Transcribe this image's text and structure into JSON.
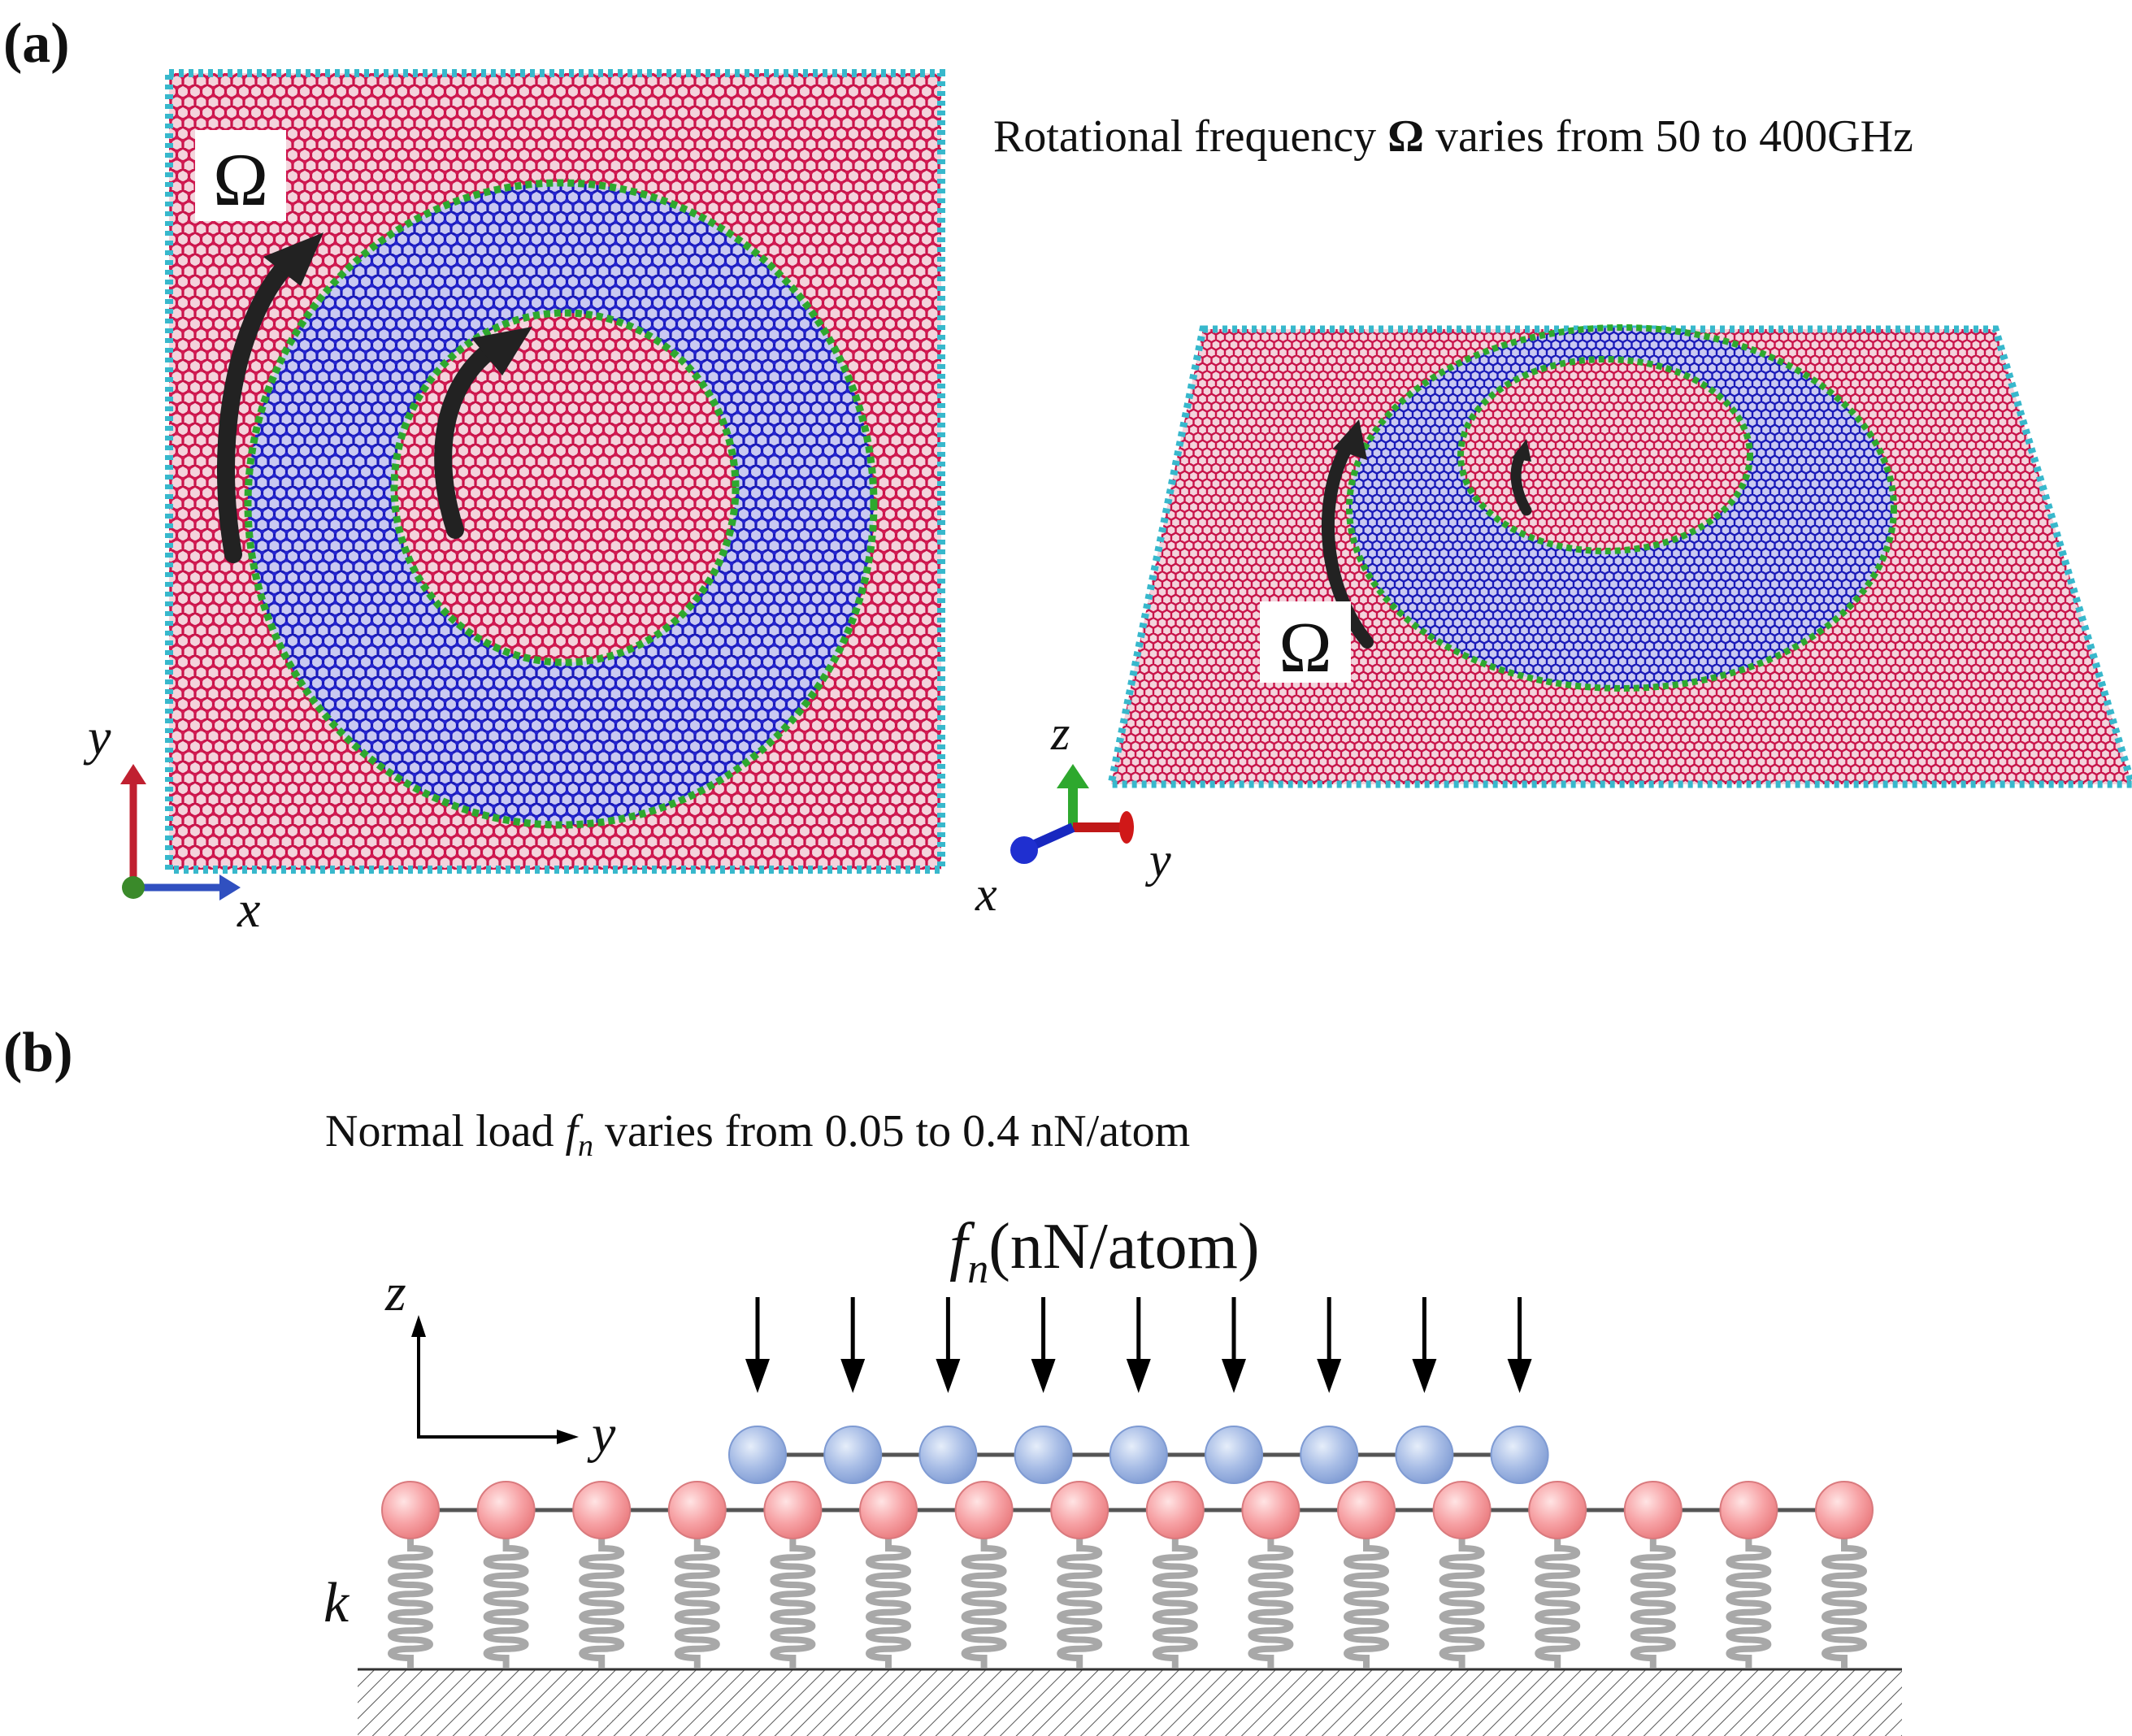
{
  "panel_a": {
    "label": "(a)",
    "caption_prefix": "Rotational frequency ",
    "caption_symbol": "Ω",
    "caption_suffix": " varies from 50 to 400GHz",
    "omega_left": "Ω",
    "omega_right": "Ω",
    "axes_left": {
      "y": "y",
      "x": "x"
    },
    "axes_right": {
      "z": "z",
      "y": "y",
      "x": "x"
    }
  },
  "panel_b": {
    "label": "(b)",
    "caption_prefix": "Normal load ",
    "caption_f": "f",
    "caption_sub": "n",
    "caption_suffix": " varies from 0.05 to 0.4 nN/atom",
    "load_f": "f",
    "load_sub": "n",
    "load_unit": "(nN/atom)",
    "axes": {
      "z": "z",
      "y": "y"
    },
    "spring_label": "k",
    "top_atom_count": 9,
    "bottom_atom_count": 16,
    "arrow_count": 9
  },
  "colors": {
    "lattice_red": "#c8144a",
    "lattice_blue": "#1f1fc4",
    "ring_green": "#2ea82e",
    "edge_cyan": "#38b8cc",
    "arrow_dark": "#222222"
  }
}
